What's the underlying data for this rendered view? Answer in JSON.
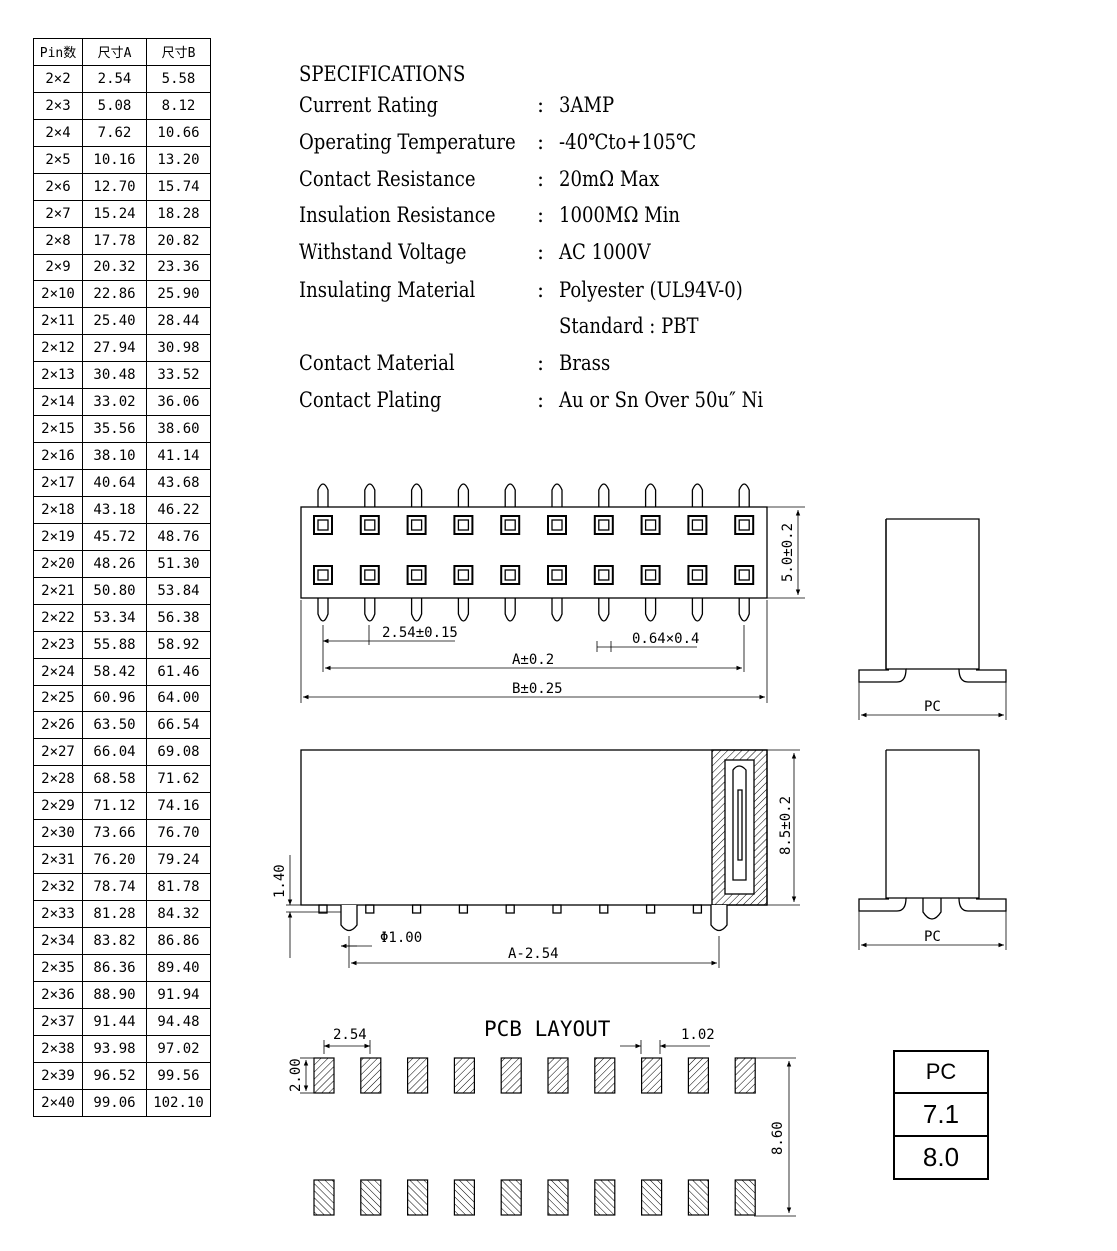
{
  "pin_table": {
    "headers": [
      "Pin数",
      "尺寸A",
      "尺寸B"
    ],
    "rows": [
      [
        "2×2",
        "2.54",
        "5.58"
      ],
      [
        "2×3",
        "5.08",
        "8.12"
      ],
      [
        "2×4",
        "7.62",
        "10.66"
      ],
      [
        "2×5",
        "10.16",
        "13.20"
      ],
      [
        "2×6",
        "12.70",
        "15.74"
      ],
      [
        "2×7",
        "15.24",
        "18.28"
      ],
      [
        "2×8",
        "17.78",
        "20.82"
      ],
      [
        "2×9",
        "20.32",
        "23.36"
      ],
      [
        "2×10",
        "22.86",
        "25.90"
      ],
      [
        "2×11",
        "25.40",
        "28.44"
      ],
      [
        "2×12",
        "27.94",
        "30.98"
      ],
      [
        "2×13",
        "30.48",
        "33.52"
      ],
      [
        "2×14",
        "33.02",
        "36.06"
      ],
      [
        "2×15",
        "35.56",
        "38.60"
      ],
      [
        "2×16",
        "38.10",
        "41.14"
      ],
      [
        "2×17",
        "40.64",
        "43.68"
      ],
      [
        "2×18",
        "43.18",
        "46.22"
      ],
      [
        "2×19",
        "45.72",
        "48.76"
      ],
      [
        "2×20",
        "48.26",
        "51.30"
      ],
      [
        "2×21",
        "50.80",
        "53.84"
      ],
      [
        "2×22",
        "53.34",
        "56.38"
      ],
      [
        "2×23",
        "55.88",
        "58.92"
      ],
      [
        "2×24",
        "58.42",
        "61.46"
      ],
      [
        "2×25",
        "60.96",
        "64.00"
      ],
      [
        "2×26",
        "63.50",
        "66.54"
      ],
      [
        "2×27",
        "66.04",
        "69.08"
      ],
      [
        "2×28",
        "68.58",
        "71.62"
      ],
      [
        "2×29",
        "71.12",
        "74.16"
      ],
      [
        "2×30",
        "73.66",
        "76.70"
      ],
      [
        "2×31",
        "76.20",
        "79.24"
      ],
      [
        "2×32",
        "78.74",
        "81.78"
      ],
      [
        "2×33",
        "81.28",
        "84.32"
      ],
      [
        "2×34",
        "83.82",
        "86.86"
      ],
      [
        "2×35",
        "86.36",
        "89.40"
      ],
      [
        "2×36",
        "88.90",
        "91.94"
      ],
      [
        "2×37",
        "91.44",
        "94.48"
      ],
      [
        "2×38",
        "93.98",
        "97.02"
      ],
      [
        "2×39",
        "96.52",
        "99.56"
      ],
      [
        "2×40",
        "99.06",
        "102.10"
      ]
    ]
  },
  "specifications": {
    "title": "SPECIFICATIONS",
    "items": [
      {
        "label": "Current Rating",
        "value": "3AMP"
      },
      {
        "label": "Operating Temperature",
        "value": "-40℃to+105℃"
      },
      {
        "label": "Contact Resistance",
        "value": "20mΩ Max"
      },
      {
        "label": "Insulation Resistance",
        "value": "1000MΩ Min"
      },
      {
        "label": "Withstand Voltage",
        "value": "AC 1000V"
      },
      {
        "label": "Insulating Material",
        "value": "Polyester (UL94V-0)"
      },
      {
        "label": "",
        "value": "Standard : PBT"
      },
      {
        "label": "Contact Material",
        "value": "Brass"
      },
      {
        "label": "Contact Plating",
        "value": "Au or Sn Over 50u″ Ni"
      }
    ]
  },
  "dimensions": {
    "pitch": "2.54±0.15",
    "pin_size": "0.64×0.4",
    "a": "A±0.2",
    "b": "B±0.25",
    "height": "5.0±0.2",
    "side_height": "8.5±0.2",
    "standoff": "1.40",
    "pin_dia": "Φ1.00",
    "a_minus": "A-2.54",
    "pc_label": "PC"
  },
  "pcb_layout": {
    "title": "PCB LAYOUT",
    "pitch": "2.54",
    "pad_width": "1.02",
    "pad_height": "2.00",
    "row_spacing": "8.60"
  },
  "pc_table": {
    "header": "PC",
    "values": [
      "7.1",
      "8.0"
    ]
  }
}
